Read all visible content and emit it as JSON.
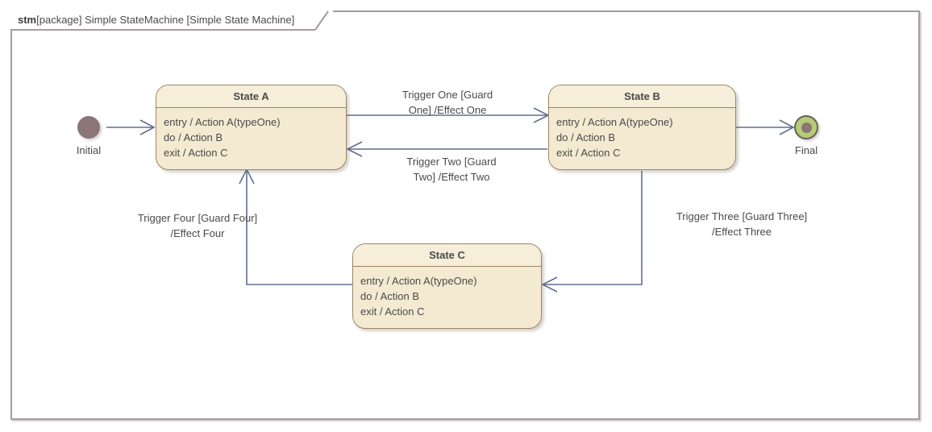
{
  "frame": {
    "kind": "stm",
    "rest": "[package] Simple StateMachine [Simple State Machine]",
    "border_color": "#a89a9e"
  },
  "palette": {
    "state_fill": "#f4ead2",
    "state_border": "#9c8463",
    "connector": "#5f6f8f",
    "initial_fill": "#8b7576",
    "final_fill": "#b5cc77",
    "final_border": "#6b6053",
    "text": "#4a4a4a"
  },
  "nodes": {
    "initial": {
      "label": "Initial"
    },
    "final": {
      "label": "Final"
    },
    "state_a": {
      "title": "State A",
      "entry": "entry / Action A(typeOne)",
      "do": "do / Action B",
      "exit": "exit / Action C"
    },
    "state_b": {
      "title": "State B",
      "entry": "entry / Action A(typeOne)",
      "do": "do / Action B",
      "exit": "exit / Action C"
    },
    "state_c": {
      "title": "State C",
      "entry": "entry / Action A(typeOne)",
      "do": "do / Action B",
      "exit": "exit / Action C"
    }
  },
  "transitions": {
    "t1": {
      "from": "Initial",
      "to": "State A",
      "line1": "",
      "line2": ""
    },
    "t2": {
      "from": "State A",
      "to": "State B",
      "line1": "Trigger One [Guard",
      "line2": "One] /Effect One"
    },
    "t3": {
      "from": "State B",
      "to": "State A",
      "line1": "Trigger Two [Guard",
      "line2": "Two] /Effect Two"
    },
    "t4": {
      "from": "State B",
      "to": "State C",
      "line1": "Trigger Three [Guard Three]",
      "line2": "/Effect Three"
    },
    "t5": {
      "from": "State C",
      "to": "State A",
      "line1": "Trigger Four [Guard Four]",
      "line2": "/Effect Four"
    },
    "t6": {
      "from": "State B",
      "to": "Final",
      "line1": "",
      "line2": ""
    }
  }
}
